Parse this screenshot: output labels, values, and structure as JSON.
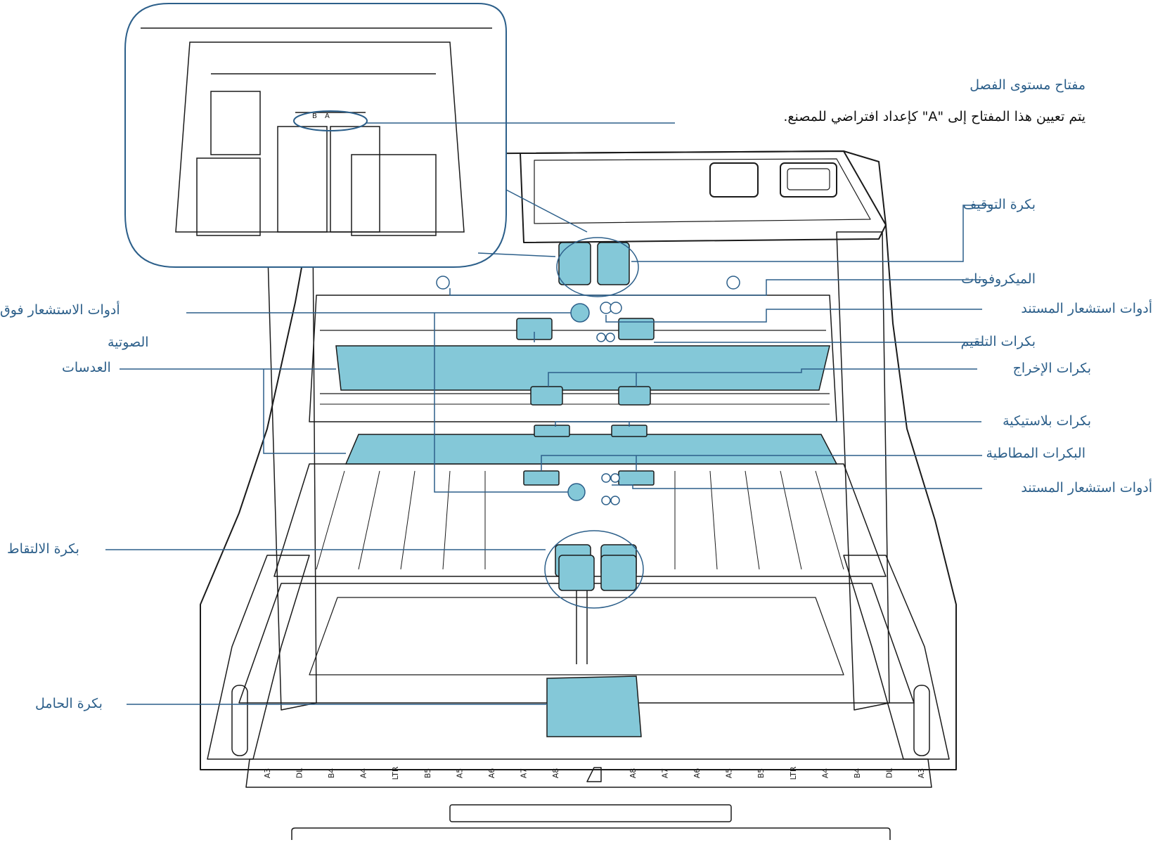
{
  "colors": {
    "part_fill": "#84c8d8",
    "leader": "#2c5f8a",
    "label": "#2c5f8a",
    "line_art": "#1a1a1a"
  },
  "callout": {
    "title": "مفتاح مستوى الفصل",
    "note": "يتم تعيين هذا المفتاح إلى \"A\" كإعداد افتراضي للمصنع."
  },
  "labels": {
    "brake_roller": "بكرة التوقيف",
    "microphones": "الميكروفونات",
    "document_sensors_top": "أدوات استشعار المستند",
    "feed_rollers": "بكرات التلقيم",
    "eject_rollers": "بكرات الإخراج",
    "plastic_rollers": "بكرات بلاستيكية",
    "rubber_rollers": "البكرات المطاطية",
    "document_sensors_bottom": "أدوات استشعار المستند",
    "ultrasonic_sensors_line1": "أدوات الاستشعار فوق",
    "ultrasonic_sensors_line2": "الصوتية",
    "glass": "العدسات",
    "pick_roller": "بكرة الالتقاط",
    "carrier_roller": "بكرة الحامل"
  },
  "inset_marks": [
    "B",
    "A"
  ],
  "paper_size_marks": [
    "A3",
    "DL",
    "B4",
    "A4",
    "LTR",
    "B5",
    "A5",
    "A6",
    "A7",
    "A8",
    "A8",
    "A7",
    "A6",
    "A5",
    "B5",
    "LTR",
    "A4",
    "B4",
    "DL",
    "A3"
  ]
}
